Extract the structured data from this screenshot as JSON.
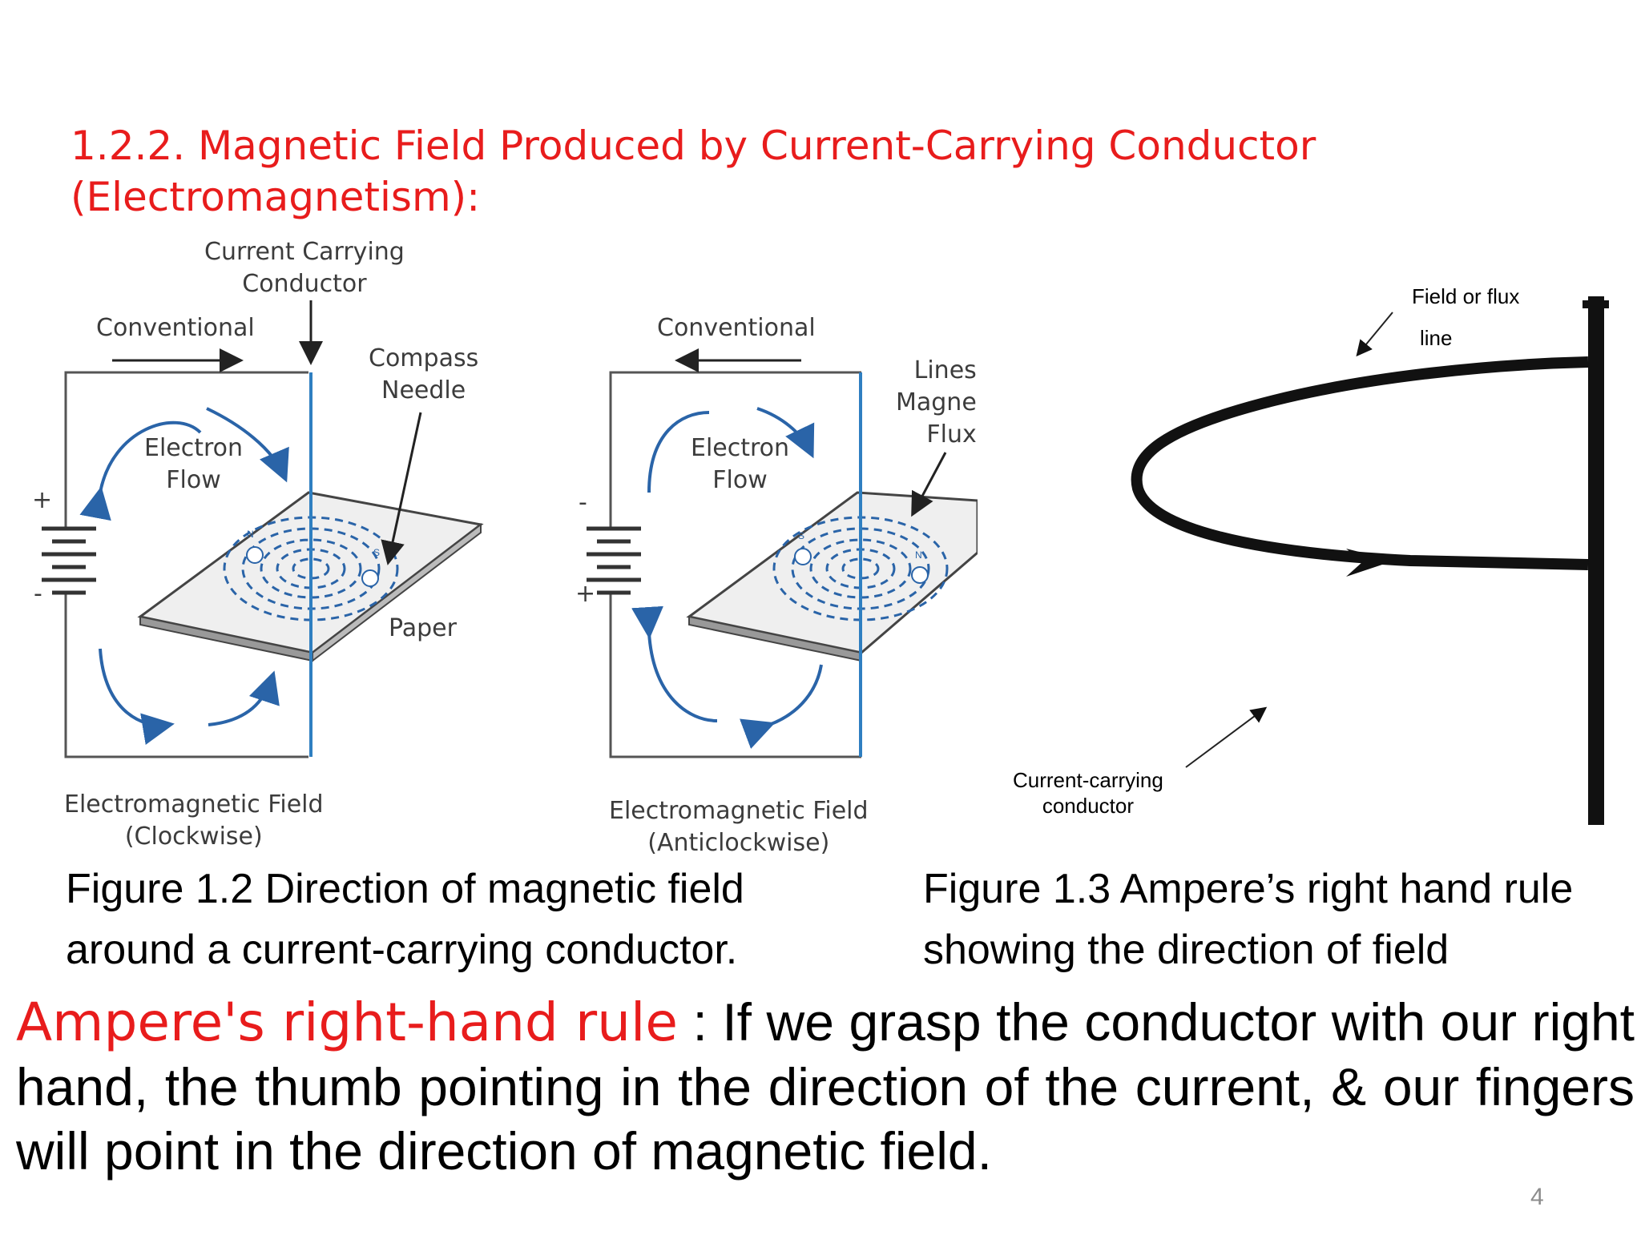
{
  "slide": {
    "title_line1": "1.2.2. Magnetic Field Produced by Current-Carrying Conductor",
    "title_line2": "(Electromagnetism):",
    "title_color": "#e81c1c",
    "page_number": "4"
  },
  "figure_left": {
    "label_current_conductor_1": "Current Carrying",
    "label_current_conductor_2": "Conductor",
    "label_conventional": "Conventional",
    "label_compass_1": "Compass",
    "label_compass_2": "Needle",
    "label_electron_1": "Electron",
    "label_electron_2": "Flow",
    "label_paper": "Paper",
    "label_plus": "+",
    "label_minus": "-",
    "label_n": "N",
    "label_s": "S",
    "label_field_1": "Electromagnetic Field",
    "label_field_2": "(Clockwise)"
  },
  "figure_middle": {
    "label_conventional": "Conventional",
    "label_lines_1": "Lines",
    "label_lines_2": "Magne",
    "label_lines_3": "Flux",
    "label_electron_1": "Electron",
    "label_electron_2": "Flow",
    "label_plus": "+",
    "label_minus": "-",
    "label_n": "N",
    "label_s": "S",
    "label_field_1": "Electromagnetic Field",
    "label_field_2": "(Anticlockwise)"
  },
  "figure_right": {
    "label_flux_1": "Field or flux",
    "label_flux_2": "line",
    "label_conductor_1": "Current-carrying",
    "label_conductor_2": "conductor"
  },
  "captions": {
    "fig_1_2_line1": "Figure 1.2 Direction of magnetic field",
    "fig_1_2_line2": "around a current-carrying conductor.",
    "fig_1_3_line1": "Figure 1.3 Ampere’s right hand rule",
    "fig_1_3_line2": "showing the direction of field"
  },
  "rule": {
    "term": "Ampere's right-hand rule",
    "text": " : If we grasp the conductor with our right hand, the thumb pointing in the direction of the current, & our fingers will point in the direction of magnetic field."
  },
  "colors": {
    "wire_blue": "#2f7fc1",
    "arrow_blue": "#2a64a8",
    "diagram_gray": "#555555",
    "paper_fill": "#efefef"
  }
}
